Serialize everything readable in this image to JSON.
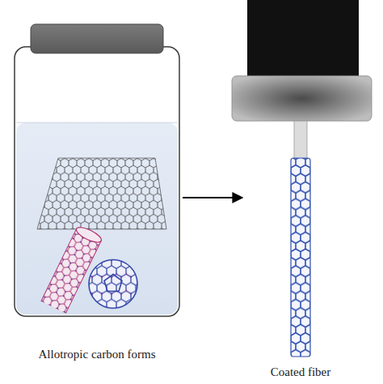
{
  "diagram": {
    "nodes": [
      {
        "text": [
          "Allotropic carbon forms"
        ]
      },
      {
        "text": [
          "Coated fiber"
        ]
      }
    ],
    "edges": [
      {
        "from": 0,
        "to": 1,
        "arrow": "to"
      }
    ]
  }
}
